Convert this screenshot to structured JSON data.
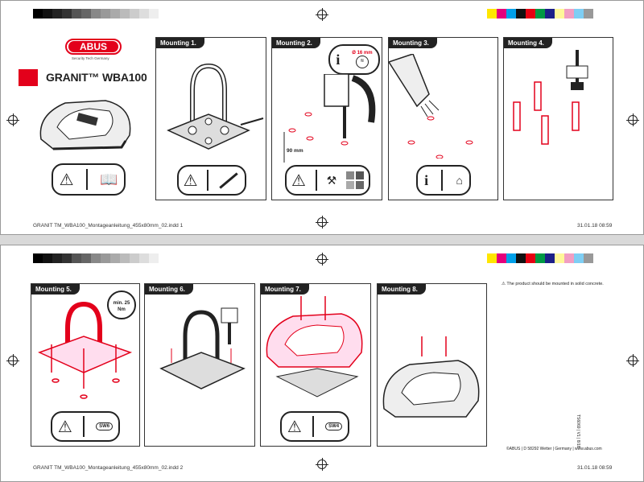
{
  "brand": {
    "logo": "ABUS",
    "tagline": "Security Tech Germany",
    "product_title": "GRANIT™ WBA100"
  },
  "steps_top": [
    {
      "label": "Mounting 1."
    },
    {
      "label": "Mounting 2.",
      "drill_diameter": "Ø 16 mm",
      "depth": "90 mm"
    },
    {
      "label": "Mounting 3."
    },
    {
      "label": "Mounting 4."
    }
  ],
  "steps_bottom": [
    {
      "label": "Mounting 5.",
      "torque": "min. 25 Nm",
      "tool": "SW6"
    },
    {
      "label": "Mounting 6."
    },
    {
      "label": "Mounting 7.",
      "tool": "SW4"
    },
    {
      "label": "Mounting 8."
    }
  ],
  "note": "The product should be mounted in solid concrete.",
  "doc_code": "TS6069 | V1 | 8/18",
  "imprint": "©ABUS | D 58292 Wetter | Germany | www.abus.com",
  "footer_page1": {
    "file": "GRANIT TM_WBA100_Montageanleitung_455x80mm_02.indd   1",
    "date": "31.01.18   08:59"
  },
  "footer_page2": {
    "file": "GRANIT TM_WBA100_Montageanleitung_455x80mm_02.indd   2",
    "date": "31.01.18   08:59"
  },
  "colors": {
    "accent": "#e3001b",
    "ink": "#222222"
  }
}
